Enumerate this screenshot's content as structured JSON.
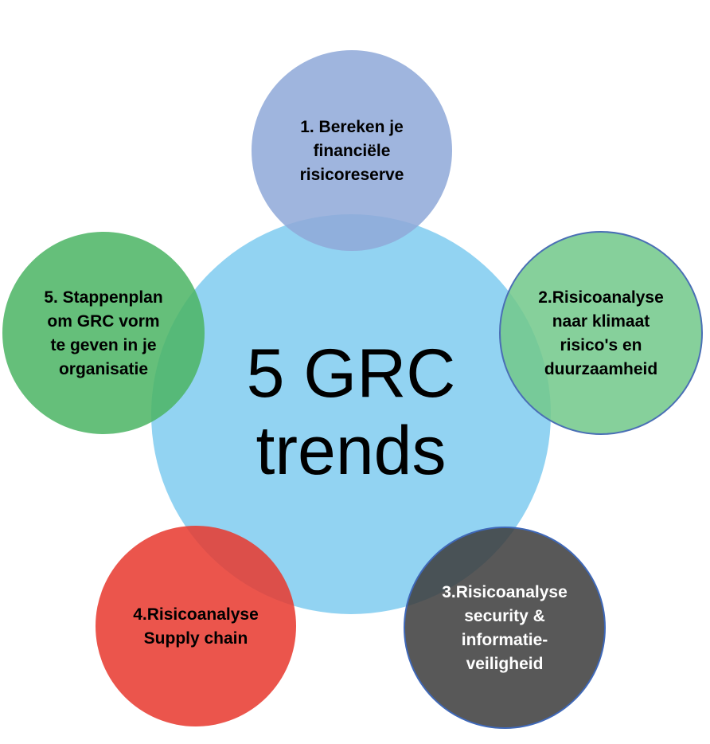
{
  "center": {
    "lines": [
      "5 GRC",
      "trends"
    ],
    "color": "#92d3f2"
  },
  "nodes": [
    {
      "id": "node-1",
      "lines": [
        "1. Bereken je",
        "financiële",
        "risicoreserve"
      ],
      "color": "#8fa9d9",
      "text_color": "#000000"
    },
    {
      "id": "node-2",
      "lines": [
        "2.Risicoanalyse",
        "naar klimaat",
        "risico's en",
        "duurzaamheid"
      ],
      "color": "#72c88a",
      "text_color": "#000000"
    },
    {
      "id": "node-3",
      "lines": [
        "3.Risicoanalyse",
        "security &",
        "informatie-",
        "veiligheid"
      ],
      "color": "#3c3c3c",
      "text_color": "#ffffff"
    },
    {
      "id": "node-4",
      "lines": [
        "4.Risicoanalyse",
        "Supply chain"
      ],
      "color": "#e8392e",
      "text_color": "#000000"
    },
    {
      "id": "node-5",
      "lines": [
        "5. Stappenplan",
        "om GRC vorm",
        "te geven in je",
        "organisatie"
      ],
      "color": "#4cb564",
      "text_color": "#000000"
    }
  ]
}
